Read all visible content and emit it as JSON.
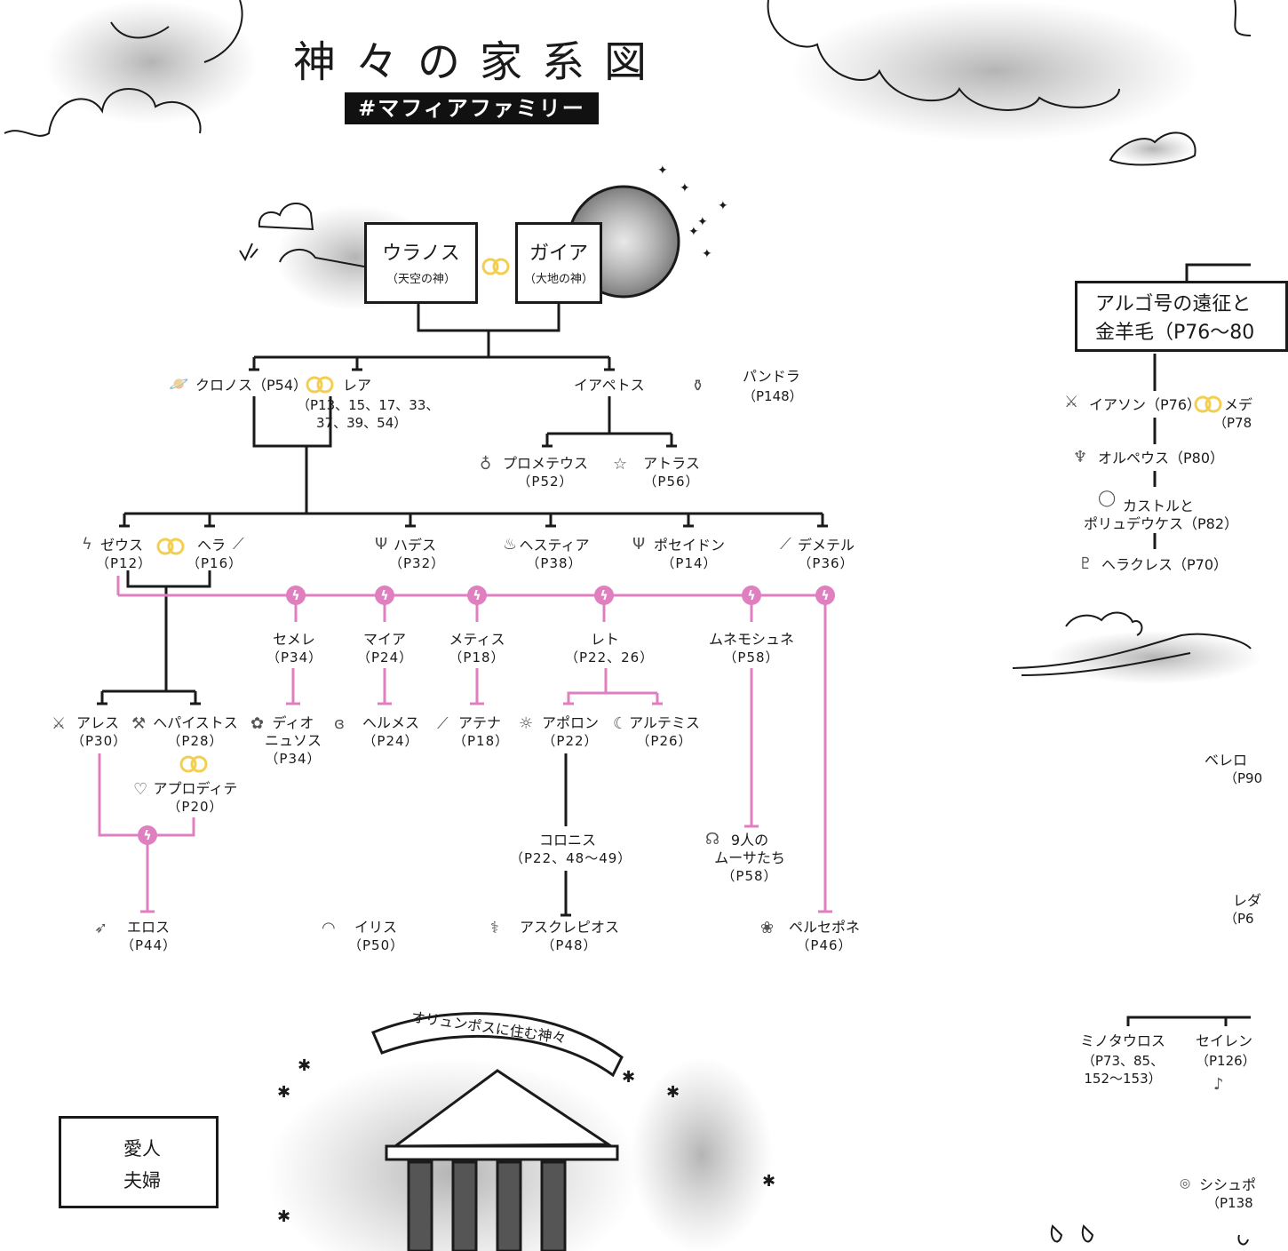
{
  "title": "神々の家系図",
  "hashtag": "#マフィアファミリー",
  "primordial": {
    "uranus": {
      "name": "ウラノス",
      "role": "（天空の神）"
    },
    "gaia": {
      "name": "ガイア",
      "role": "（大地の神）"
    }
  },
  "titans": {
    "cronus": {
      "name": "クロノス（P54）"
    },
    "rhea": {
      "name": "レア",
      "pages": "（P13、15、17、33、",
      "pages2": "37、39、54）"
    },
    "iapetus": {
      "name": "イアペトス"
    },
    "pandora": {
      "name": "パンドラ",
      "pages": "（P148）"
    },
    "prometheus": {
      "name": "プロメテウス",
      "pages": "（P52）"
    },
    "atlas": {
      "name": "アトラス",
      "pages": "（P56）"
    }
  },
  "olympians": {
    "zeus": {
      "name": "ゼウス",
      "pages": "（P12）"
    },
    "hera": {
      "name": "ヘラ",
      "pages": "（P16）"
    },
    "hades": {
      "name": "ハデス",
      "pages": "（P32）"
    },
    "hestia": {
      "name": "ヘスティア",
      "pages": "（P38）"
    },
    "poseidon": {
      "name": "ポセイドン",
      "pages": "（P14）"
    },
    "demeter": {
      "name": "デメテル",
      "pages": "（P36）"
    }
  },
  "lovers": {
    "semele": {
      "name": "セメレ",
      "pages": "（P34）"
    },
    "maia": {
      "name": "マイア",
      "pages": "（P24）"
    },
    "metis": {
      "name": "メティス",
      "pages": "（P18）"
    },
    "leto": {
      "name": "レト",
      "pages": "（P22、26）"
    },
    "mnemosyne": {
      "name": "ムネモシュネ",
      "pages": "（P58）"
    }
  },
  "children": {
    "ares": {
      "name": "アレス",
      "pages": "（P30）"
    },
    "hephaestus": {
      "name": "ヘパイストス",
      "pages": "（P28）"
    },
    "aphrodite": {
      "name": "アプロディテ",
      "pages": "（P20）"
    },
    "dionysus": {
      "name": "ディオ",
      "name2": "ニュソス",
      "pages": "（P34）"
    },
    "hermes": {
      "name": "ヘルメス",
      "pages": "（P24）"
    },
    "athena": {
      "name": "アテナ",
      "pages": "（P18）"
    },
    "apollo": {
      "name": "アポロン",
      "pages": "（P22）"
    },
    "artemis": {
      "name": "アルテミス",
      "pages": "（P26）"
    },
    "coronis": {
      "name": "コロニス",
      "pages": "（P22、48〜49）"
    },
    "muses": {
      "name": "9人の",
      "name2": "ムーサたち",
      "pages": "（P58）"
    },
    "eros": {
      "name": "エロス",
      "pages": "（P44）"
    },
    "iris": {
      "name": "イリス",
      "pages": "（P50）"
    },
    "asclepius": {
      "name": "アスクレピオス",
      "pages": "（P48）"
    },
    "persephone": {
      "name": "ペルセポネ",
      "pages": "（P46）"
    }
  },
  "olympus_banner": "オリュンポスに住む神々",
  "legend": {
    "lover": "愛人",
    "married": "夫婦"
  },
  "argonauts": {
    "title1": "アルゴ号の遠征と",
    "title2": "金羊毛（P76〜80",
    "jason": "イアソン（P76）",
    "medea": "メデ",
    "medea_pages": "（P78",
    "orpheus": "オルペウス（P80）",
    "castor1": "カストルと",
    "castor2": "ポリュデウケス（P82）",
    "heracles": "ヘラクレス（P70）",
    "bellerophon": "ベレロ",
    "bellerophon_pages": "（P90",
    "partial_re": "レダ",
    "partial_re_pages": "（P6",
    "minotaur": "ミノタウロス",
    "minotaur_pages": "（P73、85、",
    "minotaur_pages2": "152〜153）",
    "sirens": "セイレン",
    "sirens_pages": "（P126）",
    "sisyphus": "シシュポ",
    "sisyphus_pages": "（P138"
  },
  "colors": {
    "lover_line": "#e07fbf",
    "ring": "#f2cf52",
    "ink": "#1a1a1a"
  }
}
